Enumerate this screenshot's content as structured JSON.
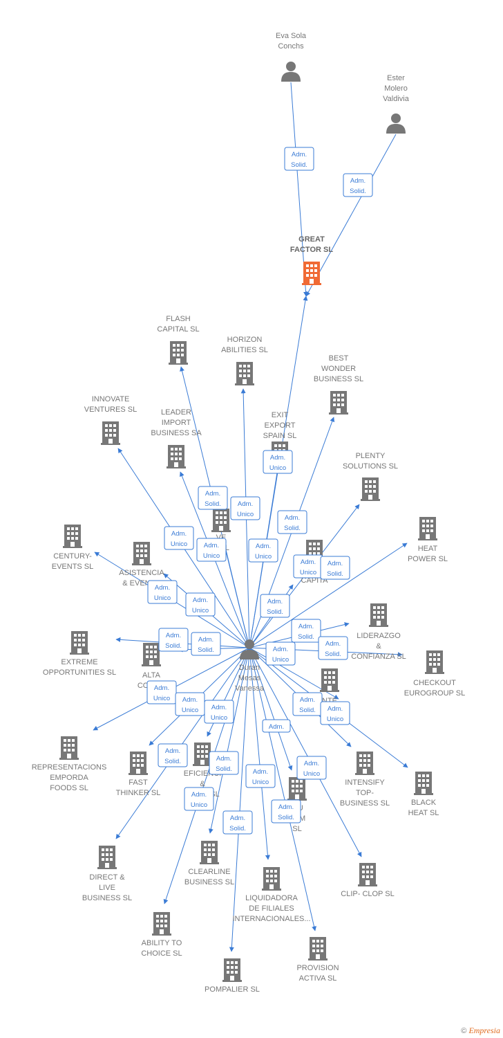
{
  "colors": {
    "edge": "#3a7bd5",
    "node": "#777777",
    "highlight": "#f06a35",
    "label": "#777777"
  },
  "nodes": {
    "eva": {
      "type": "person",
      "label": [
        "Eva Sola",
        "Conchs"
      ]
    },
    "ester": {
      "type": "person",
      "label": [
        "Ester",
        "Molero",
        "Valdivia"
      ]
    },
    "great": {
      "type": "company",
      "highlight": true,
      "label": [
        "GREAT",
        "FACTOR  SL"
      ]
    },
    "duran": {
      "type": "person",
      "label": [
        "Duran",
        "Mesas",
        "Vanessa"
      ]
    },
    "flash": {
      "type": "company",
      "label": [
        "FLASH",
        "CAPITAL SL"
      ]
    },
    "horizon": {
      "type": "company",
      "label": [
        "HORIZON",
        "ABILITIES SL"
      ]
    },
    "best": {
      "type": "company",
      "label": [
        "BEST",
        "WONDER",
        "BUSINESS SL"
      ]
    },
    "innovate": {
      "type": "company",
      "label": [
        "INNOVATE",
        "VENTURES SL"
      ]
    },
    "leader": {
      "type": "company",
      "label": [
        "LEADER",
        "IMPORT",
        "BUSINESS SA"
      ]
    },
    "exit": {
      "type": "company",
      "label": [
        "EXIT",
        "EXPORT",
        "SPAIN SL"
      ]
    },
    "plenty": {
      "type": "company",
      "label": [
        "PLENTY",
        "SOLUTIONS SL"
      ]
    },
    "live": {
      "type": "company",
      "label": [
        "VE",
        "S  SL"
      ]
    },
    "heat": {
      "type": "company",
      "label": [
        "HEAT",
        "POWER SL"
      ]
    },
    "century": {
      "type": "company",
      "label": [
        "CENTURY-",
        "EVENTS  SL"
      ]
    },
    "asistencia": {
      "type": "company",
      "label": [
        "ASISTENCIA",
        "& EVENTO"
      ]
    },
    "diamond": {
      "type": "company",
      "label": [
        "DIAMO",
        "CAPITA"
      ]
    },
    "liderazgo": {
      "type": "company",
      "label": [
        "LIDERAZGO",
        "&",
        "CONFIANZA SL"
      ]
    },
    "extreme": {
      "type": "company",
      "label": [
        "EXTREME",
        "OPPORTUNITIES SL"
      ]
    },
    "alta": {
      "type": "company",
      "label": [
        "ALTA",
        "COTIZA"
      ]
    },
    "checkout": {
      "type": "company",
      "label": [
        "CHECKOUT",
        "EUROGROUP SL"
      ]
    },
    "devel": {
      "type": "company",
      "label": [
        "NTE",
        "DEVEL..."
      ]
    },
    "representaciones": {
      "type": "company",
      "label": [
        "REPRESENTACIONS",
        "EMPORDA",
        "FOODS  SL"
      ]
    },
    "fast": {
      "type": "company",
      "label": [
        "FAST",
        "THINKER  SL"
      ]
    },
    "eficiencia": {
      "type": "company",
      "label": [
        "EFICIENCI",
        "&",
        "RES          S SL"
      ]
    },
    "intensify": {
      "type": "company",
      "label": [
        "INTENSIFY",
        "TOP-",
        "BUSINESS SL"
      ]
    },
    "blackheat": {
      "type": "company",
      "label": [
        "BLACK",
        "HEAT SL"
      ]
    },
    "situ": {
      "type": "company",
      "label": [
        "ITU",
        "HAM",
        "SL"
      ]
    },
    "direct": {
      "type": "company",
      "label": [
        "DIRECT &",
        "LIVE",
        "BUSINESS SL"
      ]
    },
    "clearline": {
      "type": "company",
      "label": [
        "CLEARLINE",
        "BUSINESS SL"
      ]
    },
    "liquidadora": {
      "type": "company",
      "label": [
        "LIQUIDADORA",
        "DE FILIALES",
        "INTERNACIONALES..."
      ]
    },
    "clipclop": {
      "type": "company",
      "label": [
        "CLIP- CLOP SL"
      ]
    },
    "ability": {
      "type": "company",
      "label": [
        "ABILITY TO",
        "CHOICE SL"
      ]
    },
    "provision": {
      "type": "company",
      "label": [
        "PROVISION",
        "ACTIVA SL"
      ]
    },
    "pompalier": {
      "type": "company",
      "label": [
        "POMPALIER SL"
      ]
    }
  },
  "edges": [
    {
      "from": "eva",
      "to": "great",
      "role": [
        "Adm.",
        "Solid."
      ]
    },
    {
      "from": "ester",
      "to": "great",
      "role": [
        "Adm.",
        "Solid."
      ]
    },
    {
      "from": "duran",
      "to": "great",
      "role": []
    },
    {
      "from": "duran",
      "to": "flash",
      "role": [
        "Adm.",
        "Solid."
      ]
    },
    {
      "from": "duran",
      "to": "horizon",
      "role": [
        "Adm.",
        "Unico"
      ]
    },
    {
      "from": "duran",
      "to": "best",
      "role": [
        "Adm.",
        "Solid."
      ]
    },
    {
      "from": "duran",
      "to": "innovate",
      "role": [
        "Adm.",
        "Unico"
      ]
    },
    {
      "from": "duran",
      "to": "leader",
      "role": [
        "Adm.",
        "Unico"
      ]
    },
    {
      "from": "duran",
      "to": "exit",
      "role": [
        "Adm.",
        "Unico"
      ]
    },
    {
      "from": "duran",
      "to": "plenty",
      "role": [
        "Adm.",
        "Unico"
      ]
    },
    {
      "from": "duran",
      "to": "live",
      "role": [
        "Adm.",
        "Unico"
      ]
    },
    {
      "from": "duran",
      "to": "heat",
      "role": [
        "Adm.",
        "Solid."
      ]
    },
    {
      "from": "duran",
      "to": "century",
      "role": [
        "Adm.",
        "Unico"
      ]
    },
    {
      "from": "duran",
      "to": "asistencia",
      "role": [
        "Adm.",
        "Unico"
      ]
    },
    {
      "from": "duran",
      "to": "diamond",
      "role": [
        "Adm.",
        "Solid."
      ]
    },
    {
      "from": "duran",
      "to": "liderazgo",
      "role": [
        "Adm.",
        "Solid."
      ]
    },
    {
      "from": "duran",
      "to": "extreme",
      "role": [
        "Adm.",
        "Solid."
      ]
    },
    {
      "from": "duran",
      "to": "alta",
      "role": [
        "Adm.",
        "Solid."
      ]
    },
    {
      "from": "duran",
      "to": "checkout",
      "role": [
        "Adm.",
        "Solid."
      ]
    },
    {
      "from": "duran",
      "to": "devel",
      "role": [
        "Adm.",
        "Unico"
      ]
    },
    {
      "from": "duran",
      "to": "representaciones",
      "role": [
        "Adm.",
        "Unico"
      ]
    },
    {
      "from": "duran",
      "to": "fast",
      "role": [
        "Adm.",
        "Unico"
      ]
    },
    {
      "from": "duran",
      "to": "eficiencia",
      "role": [
        "Adm.",
        "Unico"
      ]
    },
    {
      "from": "duran",
      "to": "intensify",
      "role": [
        "Adm.",
        "Solid."
      ]
    },
    {
      "from": "duran",
      "to": "blackheat",
      "role": [
        "Adm.",
        "Unico"
      ]
    },
    {
      "from": "duran",
      "to": "situ",
      "role": [
        "Adm."
      ]
    },
    {
      "from": "duran",
      "to": "direct",
      "role": [
        "Adm.",
        "Solid."
      ]
    },
    {
      "from": "duran",
      "to": "clearline",
      "role": [
        "Adm.",
        "Solid."
      ]
    },
    {
      "from": "duran",
      "to": "liquidadora",
      "role": [
        "Adm.",
        "Unico"
      ]
    },
    {
      "from": "duran",
      "to": "clipclop",
      "role": [
        "Adm.",
        "Unico"
      ]
    },
    {
      "from": "duran",
      "to": "ability",
      "role": [
        "Adm.",
        "Unico"
      ]
    },
    {
      "from": "duran",
      "to": "provision",
      "role": [
        "Adm.",
        "Solid."
      ]
    },
    {
      "from": "duran",
      "to": "pompalier",
      "role": [
        "Adm.",
        "Solid."
      ]
    }
  ],
  "footer": {
    "copyright": "©",
    "brand": "Empresia"
  }
}
